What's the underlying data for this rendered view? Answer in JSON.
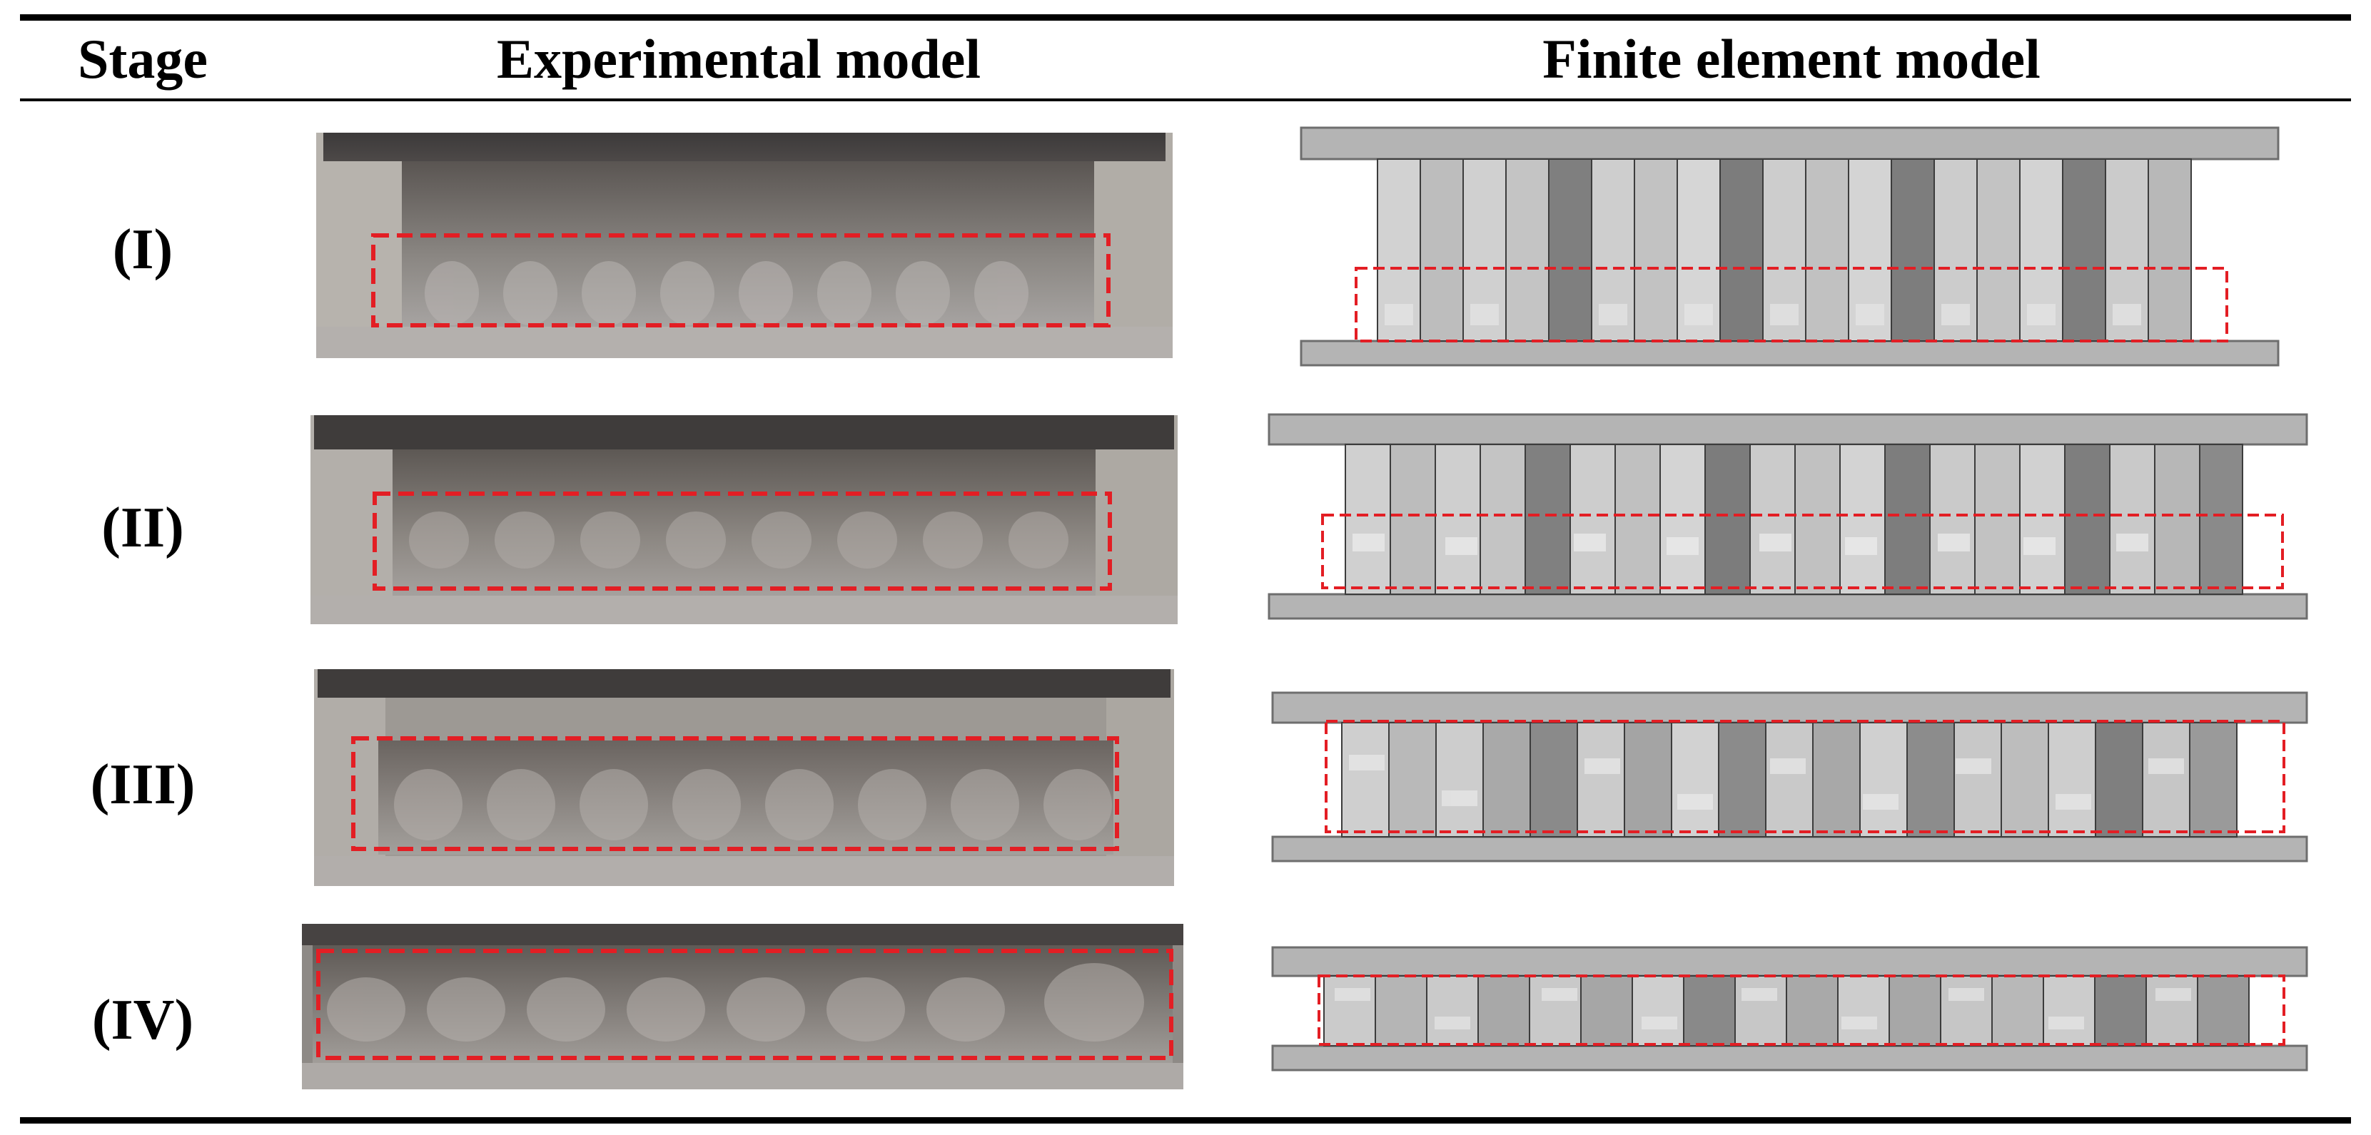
{
  "table": {
    "headers": {
      "stage": "Stage",
      "experimental": "Experimental model",
      "finite_element": "Finite element model"
    },
    "rows": [
      {
        "stage": "(I)",
        "experimental_image": "photo of lattice specimen between compression platens, stage I (undeformed)",
        "fe_image": "finite element mesh, stage I"
      },
      {
        "stage": "(II)",
        "experimental_image": "photo of lattice specimen, stage II (initial buckling at bottom)",
        "fe_image": "finite element mesh, stage II"
      },
      {
        "stage": "(III)",
        "experimental_image": "photo of lattice specimen, stage III (progressive collapse)",
        "fe_image": "finite element mesh, stage III"
      },
      {
        "stage": "(IV)",
        "experimental_image": "photo of lattice specimen, stage IV (densification)",
        "fe_image": "finite element mesh, stage IV"
      }
    ]
  },
  "colors": {
    "highlight_box": "#e31e24",
    "platen_gray": "#b4b4b4",
    "photo_platen_dark": "#444040"
  }
}
